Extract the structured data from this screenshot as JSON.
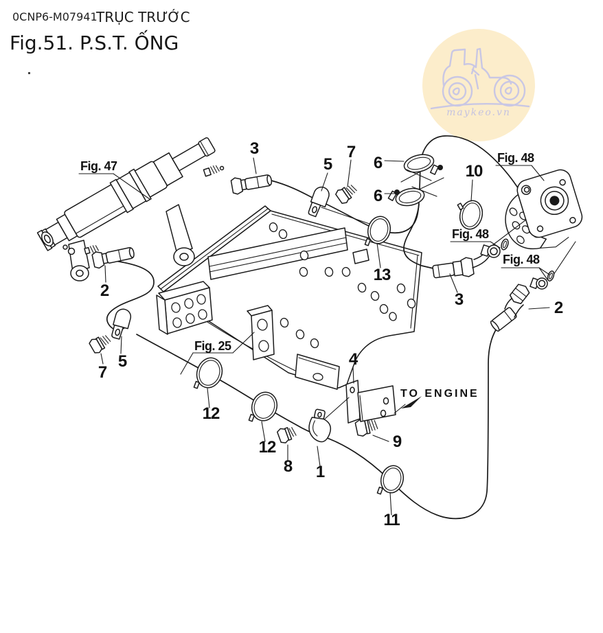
{
  "page": {
    "background": "#ffffff",
    "line_color": "#1a1a1a"
  },
  "header": {
    "doc_code": "0CNP6-M07941",
    "section_title": "TRỤC TRƯỚC",
    "figure_title": "Fig.51.  P.S.T. ỐNG"
  },
  "watermark": {
    "site": "maykeo.vn",
    "circle_color": "#fcedcb",
    "art_color": "#c9c7e4"
  },
  "figure_refs": {
    "fig47": "Fig. 47",
    "fig48": "Fig. 48",
    "fig25": "Fig. 25"
  },
  "notes": {
    "to_engine": "TO ENGINE"
  },
  "callouts": {
    "c1": "1",
    "c2": "2",
    "c3": "3",
    "c4": "4",
    "c5": "5",
    "c6": "6",
    "c7": "7",
    "c8": "8",
    "c9": "9",
    "c10": "10",
    "c11": "11",
    "c12": "12",
    "c13": "13"
  }
}
